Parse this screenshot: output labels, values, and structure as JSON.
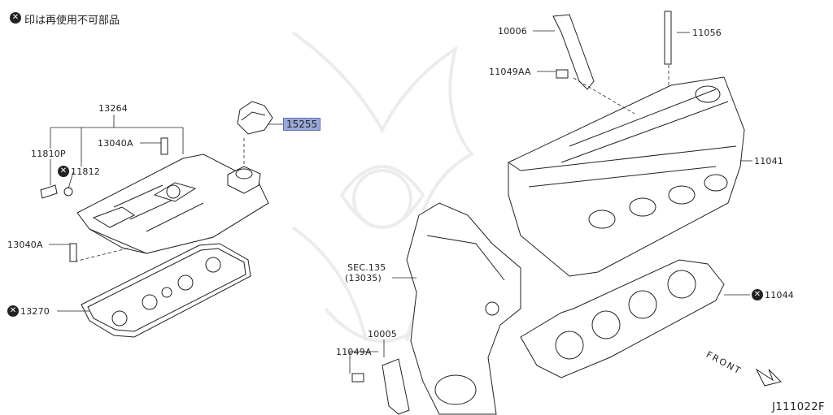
{
  "legend": {
    "text": "印は再使用不可部品"
  },
  "parts": {
    "p13264": "13264",
    "p11810P": "11810P",
    "p11812": "11812",
    "p13040A_top": "13040A",
    "p13040A_left": "13040A",
    "p13270": "13270",
    "p15255": "15255",
    "p10006": "10006",
    "p11049AA": "11049AA",
    "p11056": "11056",
    "p11041": "11041",
    "p11044": "11044",
    "sec135_a": "SEC.135",
    "sec135_b": "(13035)",
    "p10005": "10005",
    "p11049A": "11049A"
  },
  "front_label": "FRONT",
  "figure_code": "J111022F",
  "colors": {
    "highlight": "#9aa8d8",
    "line": "#222222",
    "watermark": "#ececec"
  }
}
